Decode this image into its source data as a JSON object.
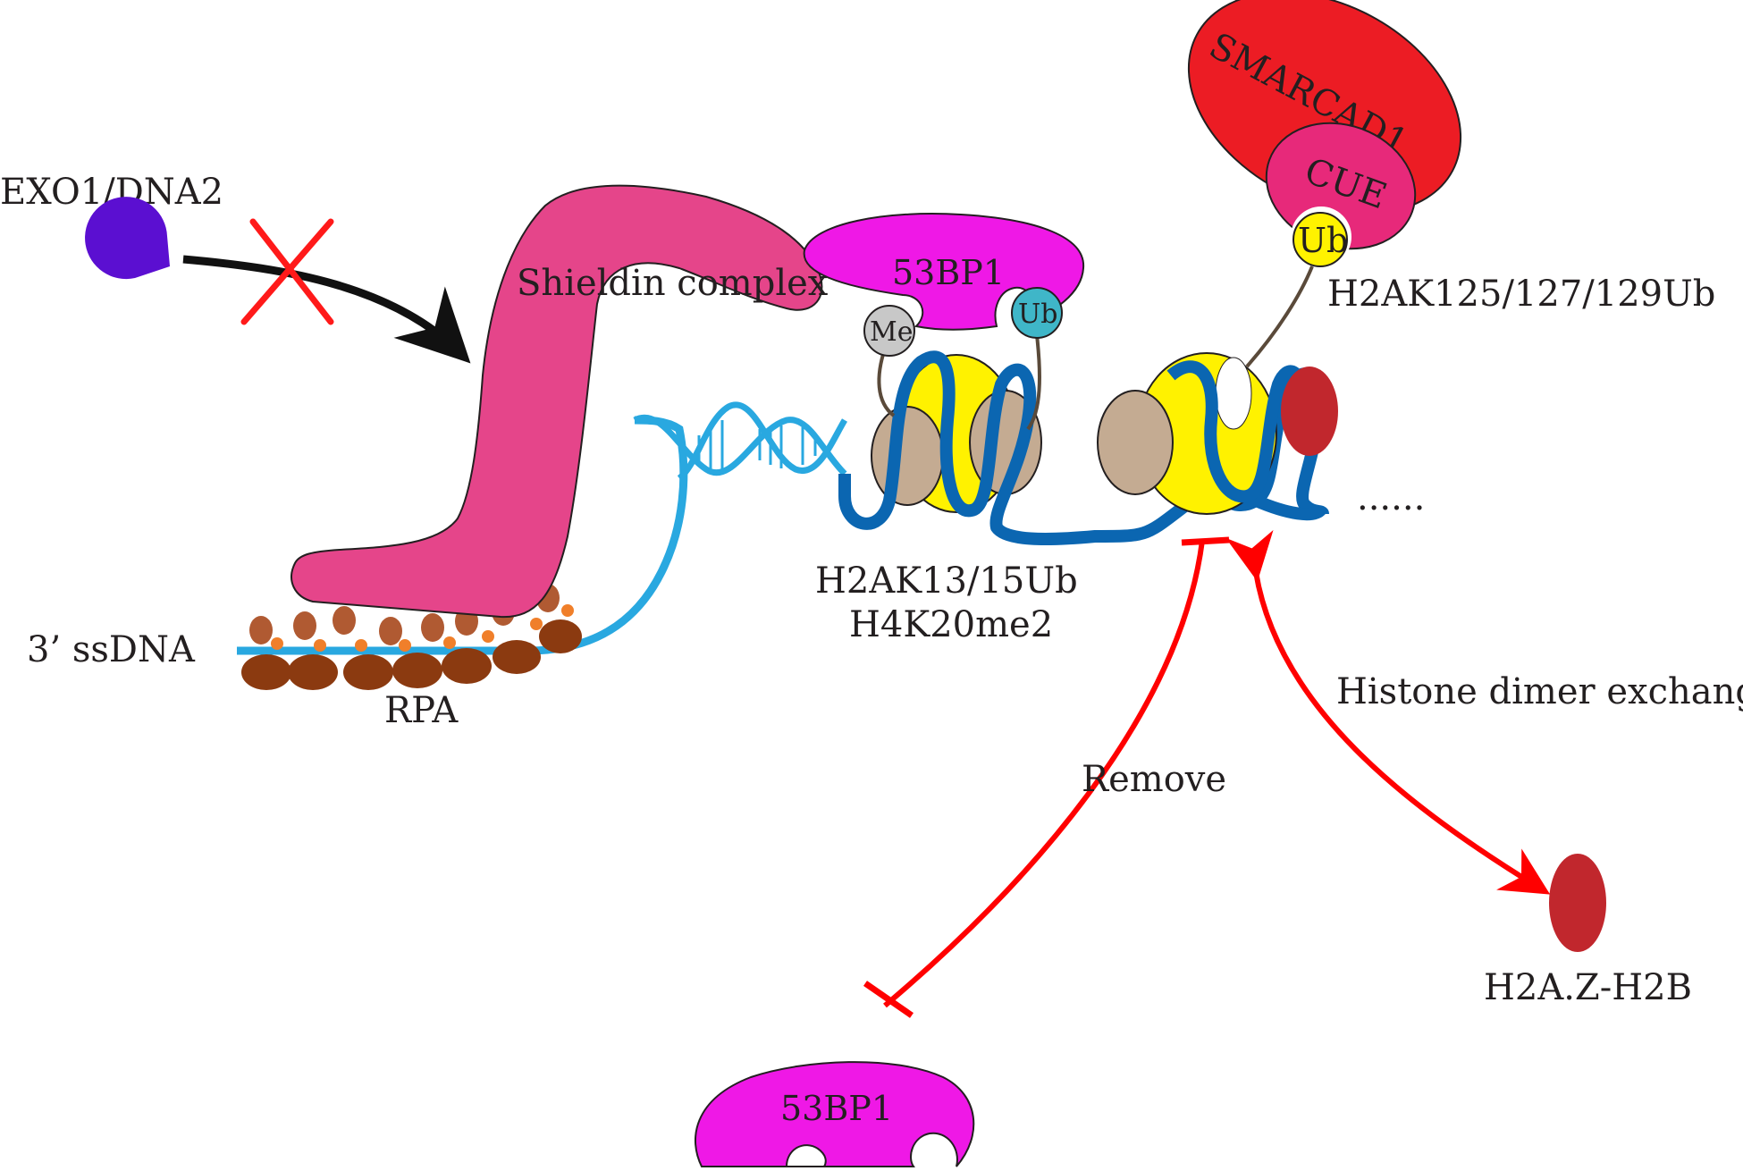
{
  "labels": {
    "exo1_dna2": "EXO1/DNA2",
    "shieldin": "Shieldin complex",
    "bp53_bound": "53BP1",
    "me": "Me",
    "ub_53bp1": "Ub",
    "smarcad1": "SMARCAD1",
    "cue": "CUE",
    "ub_cue": "Ub",
    "h2ak125": "H2AK125/127/129Ub",
    "ssdna": "3’ ssDNA",
    "rpa": "RPA",
    "h2ak13": "H2AK13/15Ub",
    "h4k20": "H4K20me2",
    "ellipsis": "......",
    "histone_exchange": "Histone dimer exchange",
    "remove": "Remove",
    "h2az_h2b": "H2A.Z-H2B",
    "bp53_free": "53BP1"
  },
  "colors": {
    "exo": "#5b0fd1",
    "shieldin": "#e5458a",
    "bp53": "#ef18e6",
    "smarcad1": "#ec1c24",
    "cue": "#e7297a",
    "ub_yellow": "#fff200",
    "ub_teal": "#3fb6c8",
    "me_gray": "#c8c8c8",
    "dna_dark_blue": "#0b66b1",
    "dna_light_blue": "#29a8e0",
    "histone_tan": "#c4ab92",
    "histone_core": "#fff200",
    "h2az_red": "#c1272d",
    "rpa_brown": "#8b3a10",
    "rpa_light": "#b05a32",
    "rpa_orange": "#f07f2a",
    "arrow_red": "#ff0000",
    "arrow_black": "#111111"
  },
  "icons": {
    "exo_nuclease": "pacman-icon",
    "block": "cross-icon"
  }
}
